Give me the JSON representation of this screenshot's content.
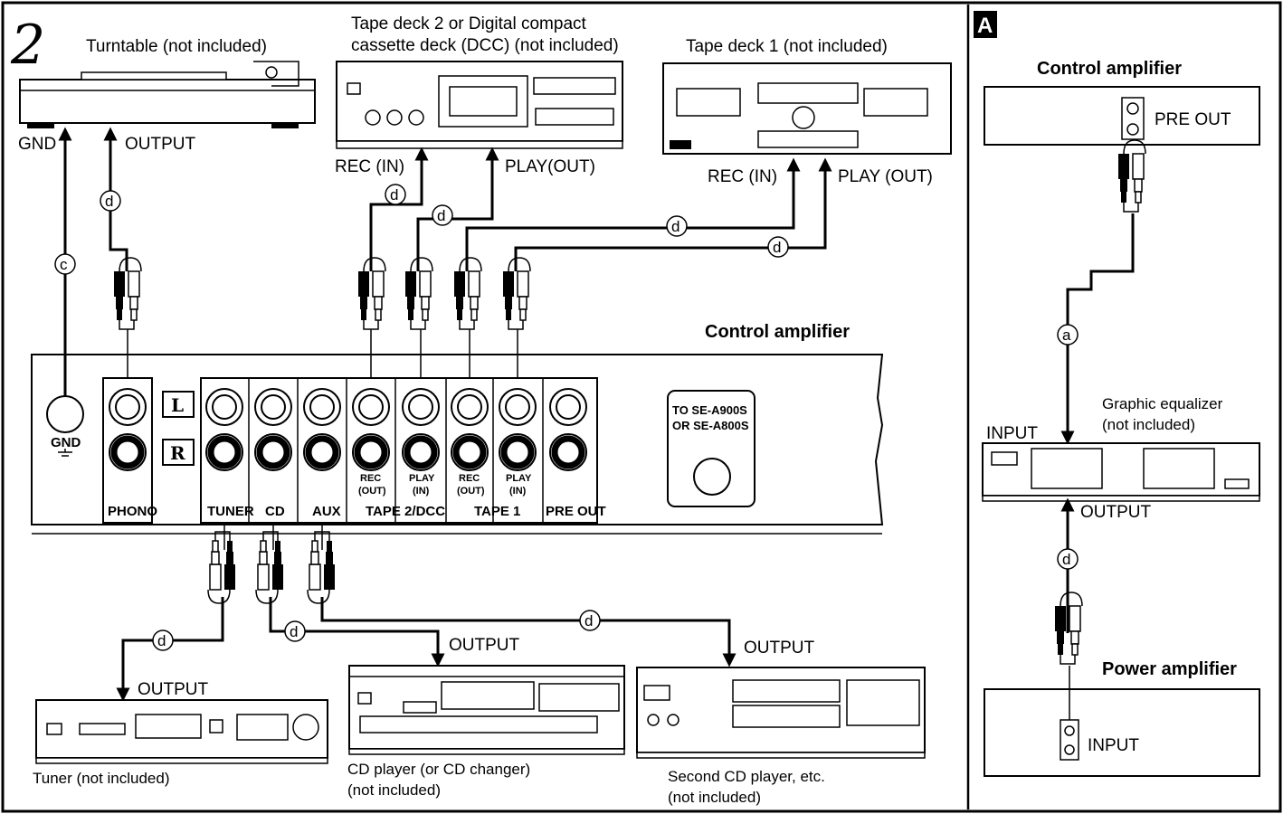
{
  "section_number": "2",
  "inset_letter": "A",
  "devices": {
    "turntable": "Turntable (not included)",
    "tape_deck_2_line1": "Tape deck 2 or Digital compact",
    "tape_deck_2_line2": "cassette deck (DCC) (not included)",
    "tape_deck_1": "Tape deck 1 (not included)",
    "control_amplifier": "Control amplifier",
    "tuner": "Tuner (not included)",
    "cd_player_line1": "CD player (or CD changer)",
    "cd_player_line2": "(not included)",
    "second_cd_line1": "Second CD player, etc.",
    "second_cd_line2": "(not included)"
  },
  "port_labels": {
    "gnd": "GND",
    "output": "OUTPUT",
    "rec_in": "REC (IN)",
    "play_out_dcc": "PLAY(OUT)",
    "play_out": "PLAY (OUT)",
    "pre_out": "PRE OUT",
    "input": "INPUT"
  },
  "cable_markers": {
    "c": "c",
    "d": "d",
    "a": "a"
  },
  "panel": {
    "gnd": "GND",
    "left": "L",
    "right": "R",
    "phono": "PHONO",
    "tuner": "TUNER",
    "cd": "CD",
    "aux": "AUX",
    "tape2": "TAPE 2/DCC",
    "tape1": "TAPE 1",
    "pre_out": "PRE OUT",
    "rec": "REC",
    "rec_out": "(OUT)",
    "play": "PLAY",
    "play_in": "(IN)",
    "badge_line1": "TO SE-A900S",
    "badge_line2": "OR SE-A800S"
  },
  "inset": {
    "control_amplifier": "Control amplifier",
    "pre_out": "PRE OUT",
    "graphic_eq_line1": "Graphic equalizer",
    "graphic_eq_line2": "(not included)",
    "input": "INPUT",
    "output": "OUTPUT",
    "power_amplifier": "Power amplifier",
    "power_input": "INPUT"
  }
}
